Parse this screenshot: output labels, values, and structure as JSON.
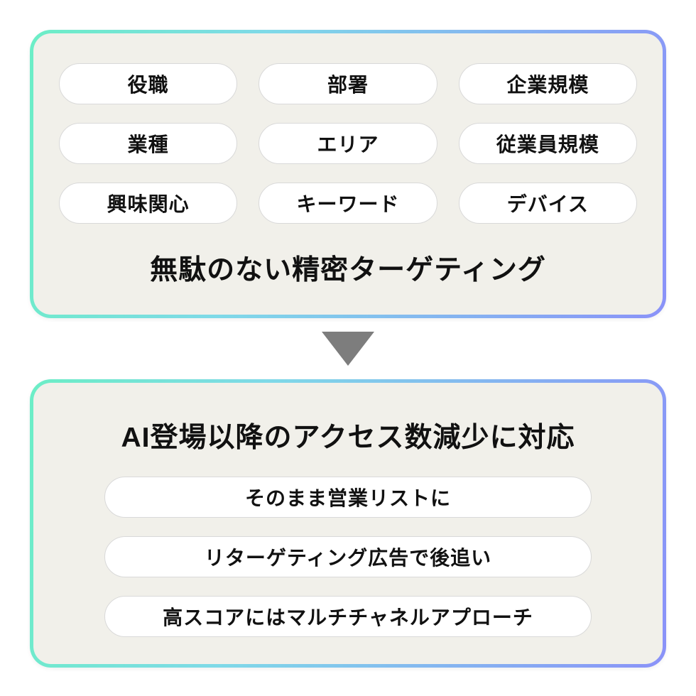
{
  "top_card": {
    "pills": [
      "役職",
      "部署",
      "企業規模",
      "業種",
      "エリア",
      "従業員規模",
      "興味関心",
      "キーワード",
      "デバイス"
    ],
    "title": "無駄のない精密ターゲティング"
  },
  "bottom_card": {
    "title": "AI登場以降のアクセス数減少に対応",
    "rows": [
      "そのまま営業リストに",
      "リターゲティング広告で後追い",
      "高スコアにはマルチチャネルアプローチ"
    ]
  },
  "icons": {
    "down_arrow": "down-arrow-icon"
  },
  "colors": {
    "card_background": "#f1f0ea",
    "gradient_start": "#6ceec6",
    "gradient_end": "#8a92f8",
    "pill_background": "#ffffff",
    "pill_border": "#d9d9d9",
    "text": "#111111",
    "arrow": "#7d7d7d"
  }
}
